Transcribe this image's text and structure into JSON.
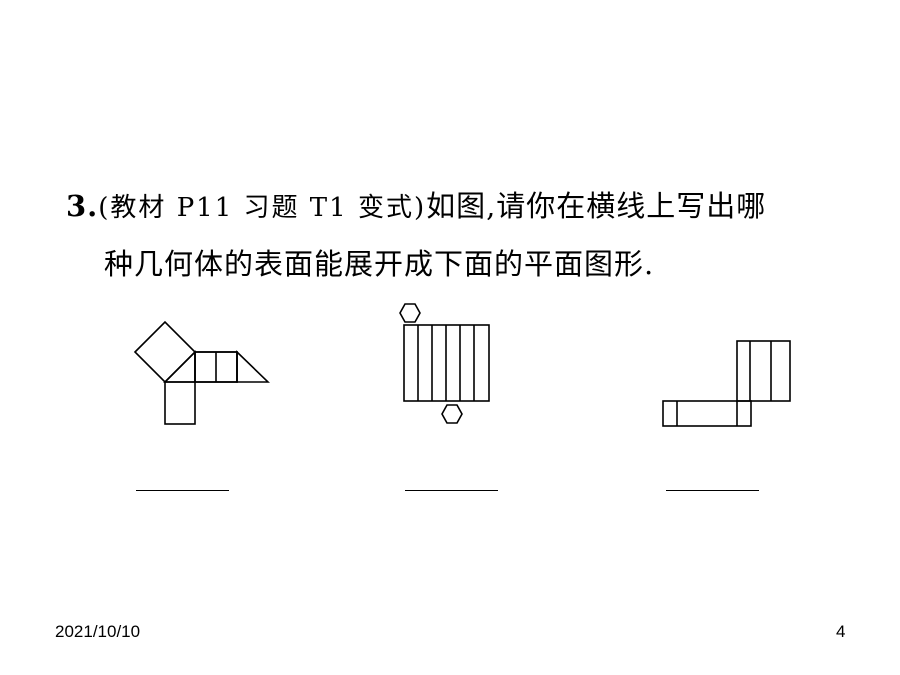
{
  "problem": {
    "number": "3.",
    "source": "(教材 P11 习题 T1 变式)",
    "line1_rest": "如图,请你在横线上写出哪",
    "line2": "种几何体的表面能展开成下面的平面图形."
  },
  "answers": {
    "blank1": "",
    "blank2": "",
    "blank3": ""
  },
  "footer": {
    "date": "2021/10/10",
    "page": "4"
  }
}
